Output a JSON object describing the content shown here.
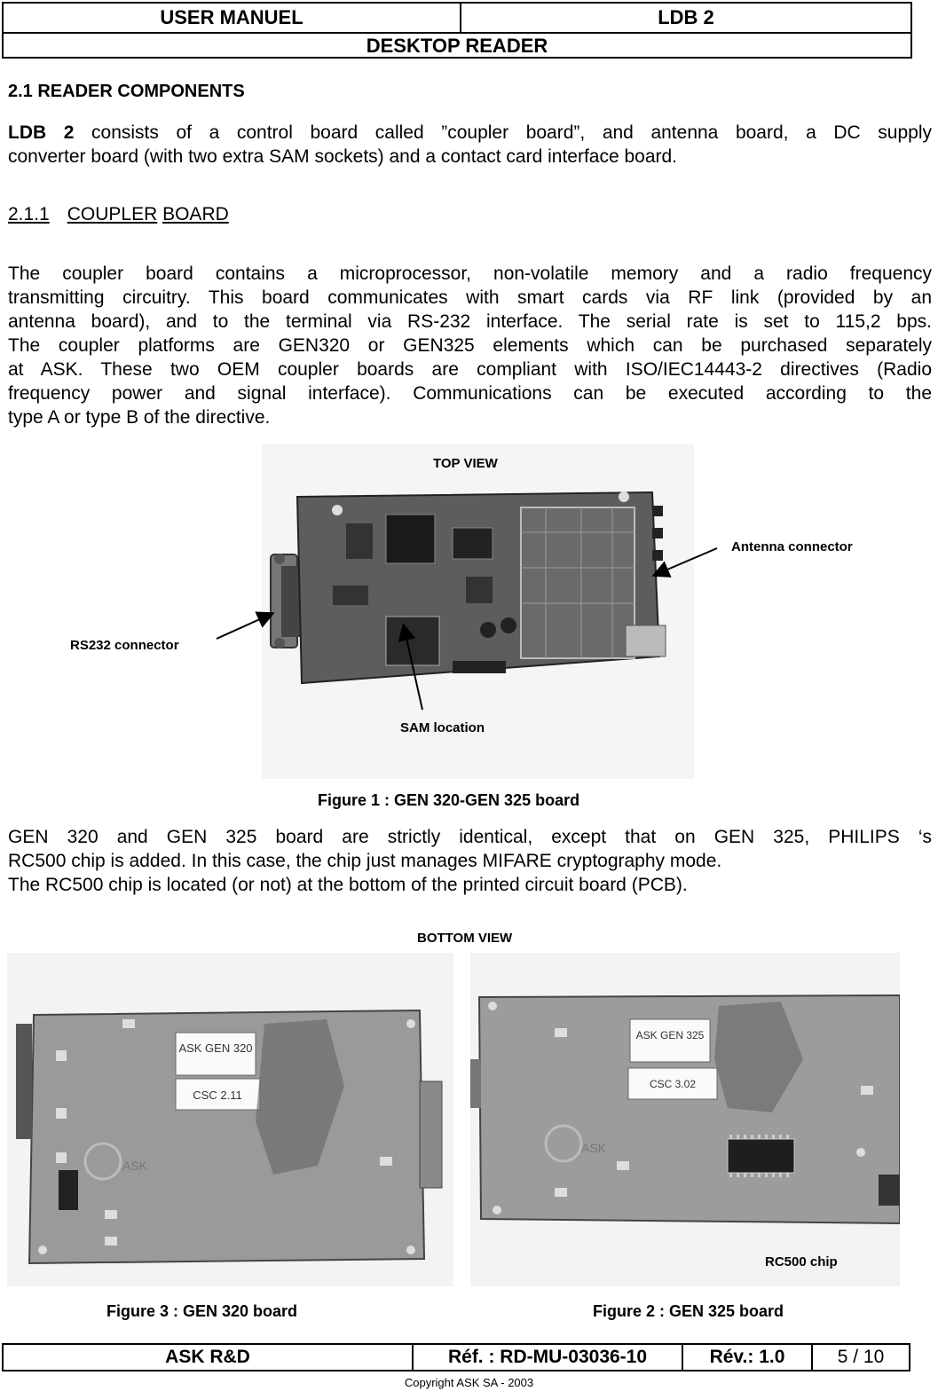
{
  "header": {
    "doc_type": "USER MANUEL",
    "product": "LDB 2",
    "subtitle": "DESKTOP READER"
  },
  "section": {
    "heading": "2.1 READER COMPONENTS",
    "intro_bold": "LDB 2",
    "intro_rest_line1": " consists of a control board called ”coupler board”, and antenna board, a DC supply",
    "intro_line2": "converter board (with two extra SAM sockets) and a contact card interface board."
  },
  "subsection": {
    "number": "2.1.1",
    "title_a": "COUPLER",
    "title_b": "BOARD"
  },
  "body1": [
    "The coupler board contains a microprocessor, non-volatile memory and a radio frequency",
    "transmitting circuitry. This board communicates with smart cards via RF link (provided by an",
    "antenna board), and to the terminal via RS-232 interface. The serial rate is set to 115,2 bps.",
    "The coupler platforms are GEN320 or GEN325 elements which can be purchased separately",
    "at ASK. These two OEM coupler boards are compliant with ISO/IEC14443-2 directives (Radio",
    "frequency power and signal interface). Communications can be executed according to the",
    "type A or type B of the directive."
  ],
  "figure1": {
    "view_label": "TOP VIEW",
    "antenna_label": "Antenna connector",
    "rs232_label": "RS232 connector",
    "sam_label": "SAM location",
    "caption": "Figure 1 : GEN 320-GEN 325 board"
  },
  "body2": [
    "GEN 320 and GEN 325 board are strictly identical, except that on GEN 325, PHILIPS ‘s",
    "RC500 chip is added. In this case, the chip just manages MIFARE cryptography mode.",
    "The RC500 chip is located (or not) at the bottom of the printed circuit board (PCB)."
  ],
  "figure23": {
    "view_label": "BOTTOM VIEW",
    "rc500_label": "RC500 chip",
    "caption_left": "Figure 3 : GEN 320 board",
    "caption_right": "Figure 2 : GEN 325 board",
    "sticker_gen320_title": "ASK GEN 320",
    "sticker_gen320_csc": "CSC 2.11",
    "sticker_gen325_title": "ASK GEN 325",
    "sticker_gen325_csc": "CSC 3.02",
    "board_logo": "ASK"
  },
  "footer": {
    "company": "ASK R&D",
    "ref": "Réf. : RD-MU-03036-10",
    "rev": "Rév.: 1.0",
    "page": "5 / 10",
    "copyright": "Copyright ASK SA - 2003"
  }
}
